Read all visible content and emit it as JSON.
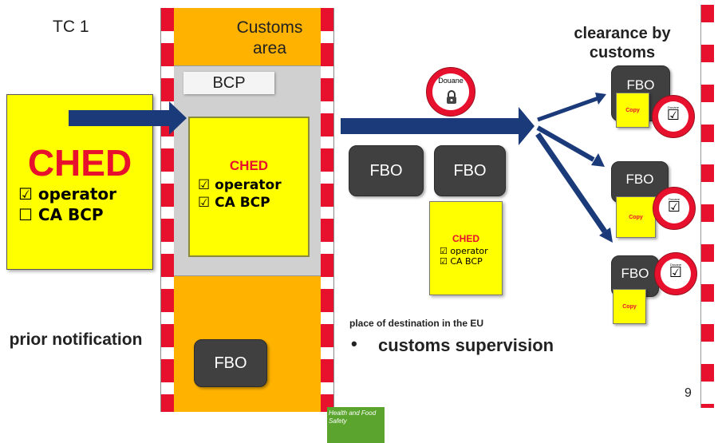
{
  "tc_label": "TC 1",
  "customs_area": "Customs area",
  "bcp": "BCP",
  "clearance_title": "clearance by customs",
  "prior_notification": "prior notification",
  "ched_big": {
    "title": "CHED",
    "line1": "☑ operator",
    "line2": "☐ CA BCP"
  },
  "ched_bcp": {
    "title": "CHED",
    "line1": "☑ operator",
    "line2": "☑ CA BCP"
  },
  "ched_small": {
    "title": "CHED",
    "line1": "☑ operator",
    "line2": "☑ CA BCP"
  },
  "fbo": "FBO",
  "douane": "Douane",
  "copy": "Copy",
  "check_mark": "☑",
  "place_destination": "place of destination in the EU",
  "bullet": "•",
  "customs_supervision": "customs supervision",
  "page_number": "9",
  "footer_logo": "Health and Food Safety",
  "colors": {
    "yellow": "#ffff00",
    "orange": "#ffb300",
    "red": "#e8112d",
    "navy": "#1b3a7a",
    "grey": "#cfcfcf",
    "dark": "#404040",
    "green": "#5ba52f"
  }
}
